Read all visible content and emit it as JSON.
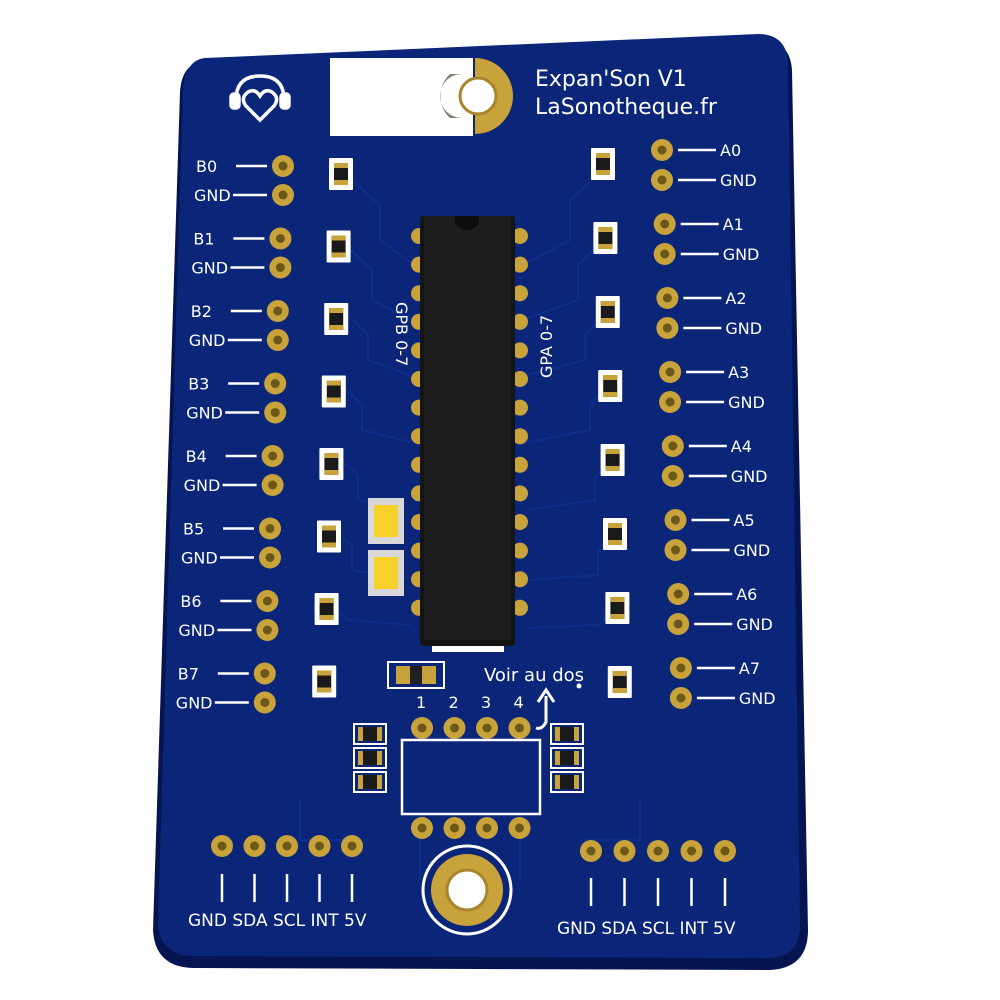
{
  "board": {
    "title": "Expan'Son V1",
    "website": "LaSonotheque.fr",
    "gpb_label": "GPB 0-7",
    "gpa_label": "GPA 0-7",
    "note": "Voir au dos",
    "colors": {
      "pcb": "#0a2478",
      "pcb_edge": "#071a5c",
      "copper": "#c8a23a",
      "silkscreen": "#ffffff",
      "ic": "#151515"
    }
  },
  "left_pins": [
    {
      "signal": "B0",
      "ground": "GND"
    },
    {
      "signal": "B1",
      "ground": "GND"
    },
    {
      "signal": "B2",
      "ground": "GND"
    },
    {
      "signal": "B3",
      "ground": "GND"
    },
    {
      "signal": "B4",
      "ground": "GND"
    },
    {
      "signal": "B5",
      "ground": "GND"
    },
    {
      "signal": "B6",
      "ground": "GND"
    },
    {
      "signal": "B7",
      "ground": "GND"
    }
  ],
  "right_pins": [
    {
      "signal": "A0",
      "ground": "GND"
    },
    {
      "signal": "A1",
      "ground": "GND"
    },
    {
      "signal": "A2",
      "ground": "GND"
    },
    {
      "signal": "A3",
      "ground": "GND"
    },
    {
      "signal": "A4",
      "ground": "GND"
    },
    {
      "signal": "A5",
      "ground": "GND"
    },
    {
      "signal": "A6",
      "ground": "GND"
    },
    {
      "signal": "A7",
      "ground": "GND"
    }
  ],
  "dip_numbers": [
    "1",
    "2",
    "3",
    "4"
  ],
  "bus_left": [
    "GND",
    "SDA",
    "SCL",
    "INT",
    "5V"
  ],
  "bus_right": [
    "GND",
    "SDA",
    "SCL",
    "INT",
    "5V"
  ]
}
